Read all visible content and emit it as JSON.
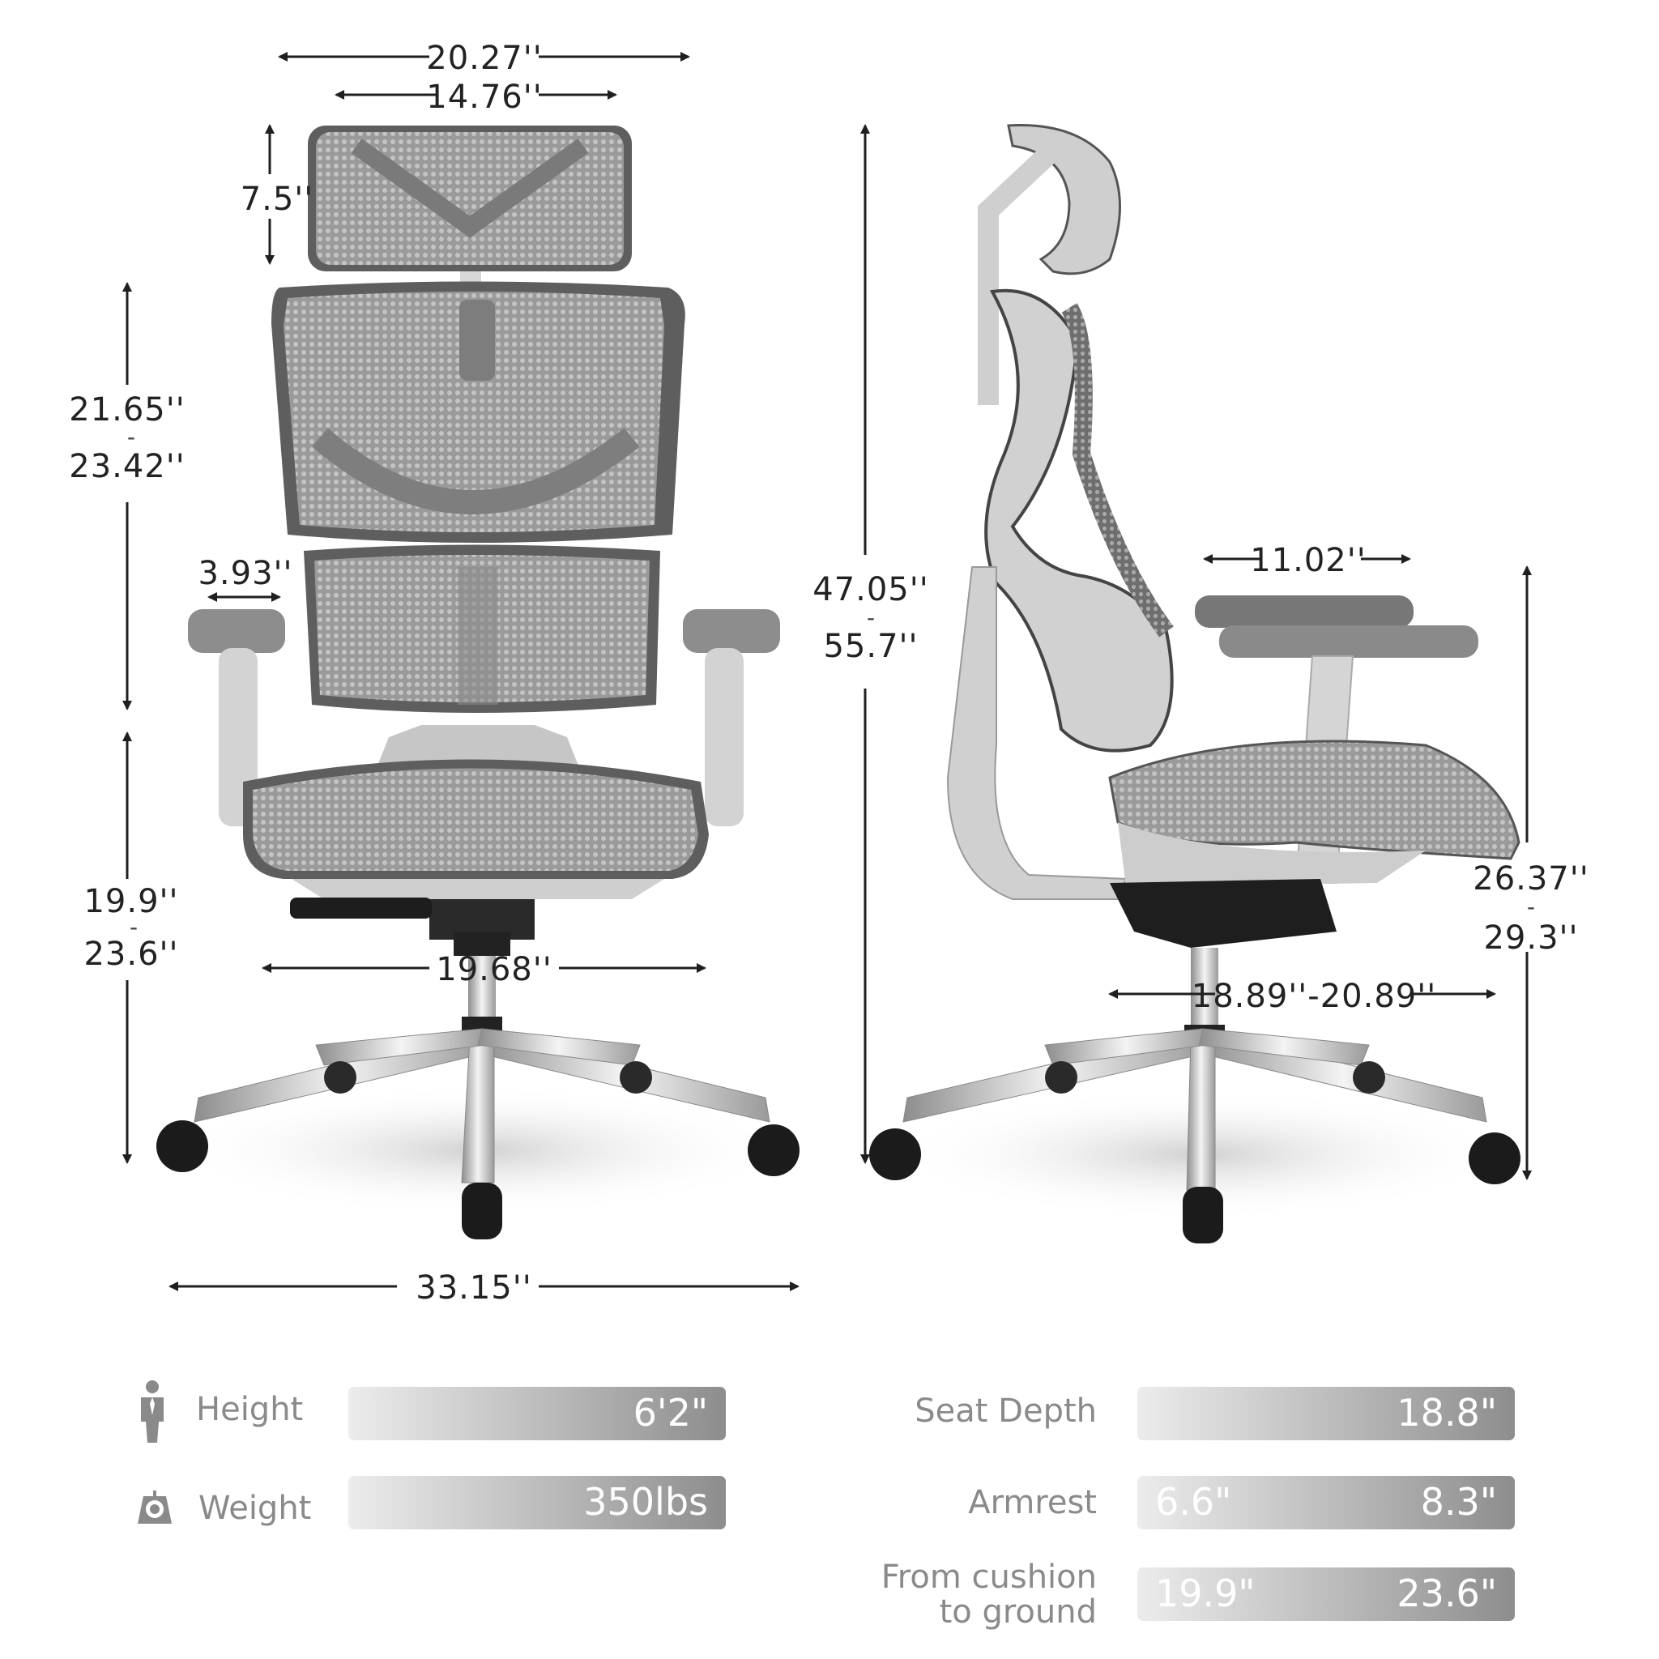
{
  "front_view": {
    "width_outer": "20.27''",
    "width_headrest": "14.76''",
    "headrest_height": "7.5''",
    "back_height_min": "21.65''",
    "back_height_sep": "-",
    "back_height_max": "23.42''",
    "armrest_width": "3.93''",
    "seat_height_min": "19.9''",
    "seat_height_sep": "-",
    "seat_height_max": "23.6''",
    "seat_width": "19.68''",
    "base_width": "33.15''"
  },
  "side_view": {
    "total_height_min": "47.05''",
    "total_height_sep": "-",
    "total_height_max": "55.7''",
    "armrest_length": "11.02''",
    "arm_height_min": "26.37''",
    "arm_height_sep": "-",
    "arm_height_max": "29.3''",
    "depth_range": "18.89''-20.89''"
  },
  "specs": {
    "height": {
      "label": "Height",
      "value": "6'2\"",
      "icon": "person-icon"
    },
    "weight": {
      "label": "Weight",
      "value": "350lbs",
      "icon": "weight-icon"
    },
    "seat_depth": {
      "label": "Seat Depth",
      "value": "18.8\""
    },
    "armrest": {
      "label": "Armrest",
      "min": "6.6\"",
      "max": "8.3\""
    },
    "cushion": {
      "label_line1": "From cushion",
      "label_line2": "to ground",
      "min": "19.9\"",
      "max": "23.6\""
    }
  },
  "colors": {
    "frame": "#d2d2d2",
    "mesh": "#8e8e8e",
    "chrome": "#c9c9c9",
    "arrow": "#1f1f1f"
  }
}
